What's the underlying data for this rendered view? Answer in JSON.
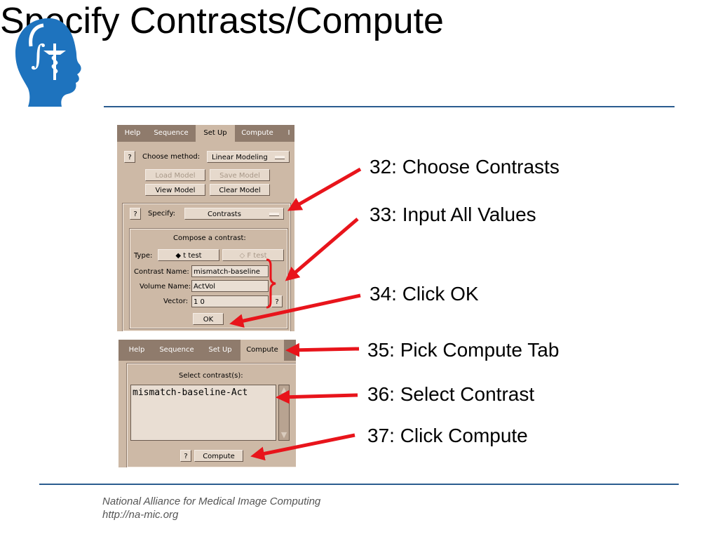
{
  "slide": {
    "title": "Specify Contrasts/Compute",
    "footer": {
      "org": "National Alliance for Medical Image Computing",
      "url": "http://na-mic.org"
    }
  },
  "setup_panel": {
    "tabs": [
      "Help",
      "Sequence",
      "Set Up",
      "Compute",
      "I"
    ],
    "active_tab": "Set Up",
    "help_glyph": "?",
    "choose_method_label": "Choose method:",
    "method_value": "Linear Modeling",
    "buttons": {
      "load_model": "Load Model",
      "save_model": "Save Model",
      "view_model": "View Model",
      "clear_model": "Clear Model"
    },
    "specify_label": "Specify:",
    "specify_value": "Contrasts",
    "compose_heading": "Compose a contrast:",
    "type_label": "Type:",
    "type_options": [
      "t test",
      "F test"
    ],
    "selected_type": "t test",
    "contrast_name_label": "Contrast Name:",
    "contrast_name_value": "mismatch-baseline",
    "volume_name_label": "Volume Name:",
    "volume_name_value": "ActVol",
    "vector_label": "Vector:",
    "vector_value": "1 0",
    "ok_label": "OK"
  },
  "compute_panel": {
    "tabs": [
      "Help",
      "Sequence",
      "Set Up",
      "Compute"
    ],
    "active_tab": "Compute",
    "select_heading": "Select contrast(s):",
    "contrast_items": [
      "mismatch-baseline-Act"
    ],
    "help_glyph": "?",
    "compute_label": "Compute"
  },
  "annotations": [
    "32: Choose Contrasts",
    "33: Input All Values",
    "34: Click OK",
    "35: Pick Compute Tab",
    "36: Select Contrast",
    "37: Click Compute"
  ],
  "colors": {
    "arrow": "#e8141b",
    "rule": "#2b5c8f",
    "logo": "#1e73be",
    "panel": "#cdb9a6",
    "tabbar": "#8f7b6c"
  }
}
